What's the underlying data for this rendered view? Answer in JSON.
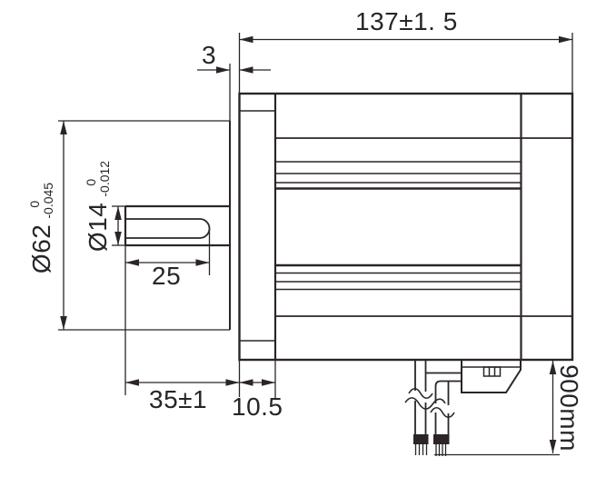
{
  "drawing": {
    "type": "motor outline dimension drawing",
    "labels": {
      "length_total": "137±1. 5",
      "pilot_protrusion": "3",
      "dia_flange": "Ø62",
      "dia_flange_tol_upper": "0",
      "dia_flange_tol_lower": "-0.045",
      "dia_shaft": "Ø14",
      "dia_shaft_tol_upper": "0",
      "dia_shaft_tol_lower": "-0.012",
      "shaft_flat_length": "25",
      "shaft_length": "35±1",
      "flange_thickness": "10.5",
      "cable_length": "900mm"
    },
    "colors": {
      "line": "#2b2526",
      "text": "#26262a",
      "background": "#ffffff"
    }
  }
}
